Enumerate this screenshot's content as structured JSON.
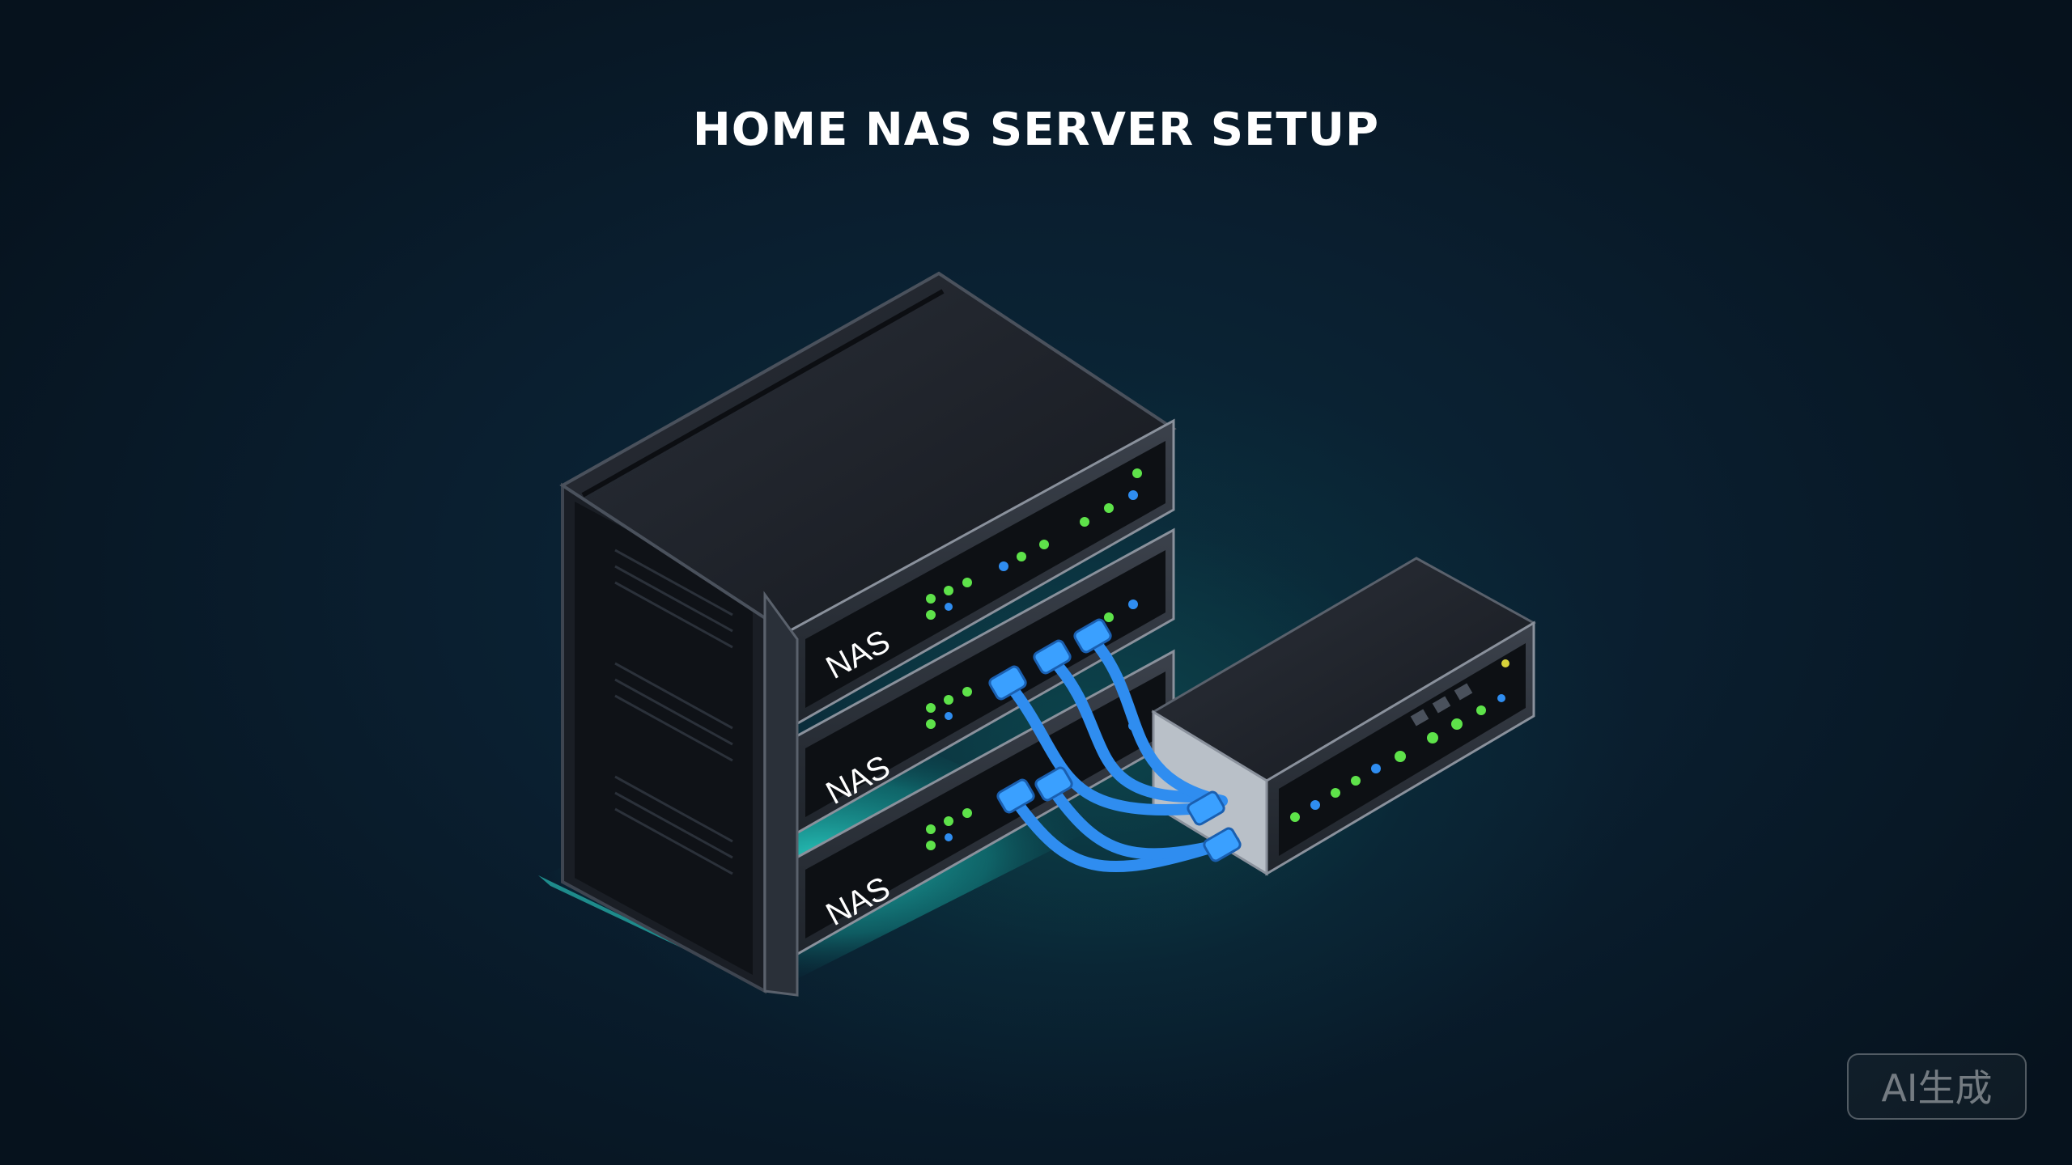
{
  "title": "HOME NAS SERVER SETUP",
  "units": [
    {
      "label": "NAS"
    },
    {
      "label": "NAS"
    },
    {
      "label": "NAS"
    }
  ],
  "watermark": "AI生成",
  "colors": {
    "background": "#071522",
    "glow": "#1fd6c8",
    "cable": "#2f8df0",
    "led_green": "#5ee24a",
    "led_blue": "#2f8df0"
  }
}
